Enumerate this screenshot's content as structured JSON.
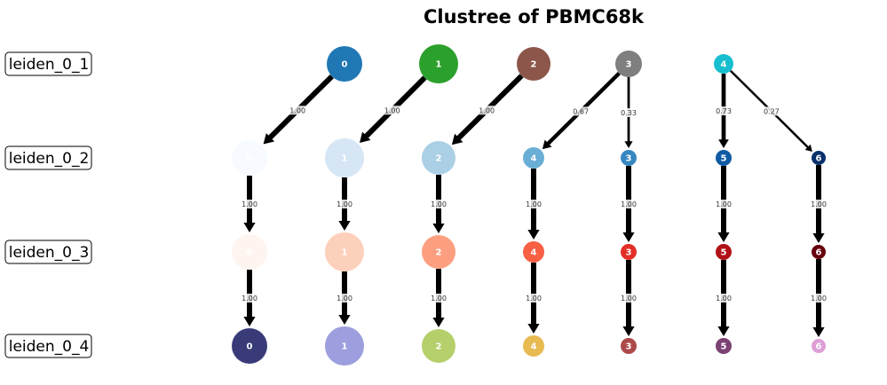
{
  "title": "Clustree of PBMC68k",
  "levels": [
    {
      "label": "leiden_0_1",
      "nodes": [
        {
          "id": "0",
          "label": "0",
          "color": "#1f77b4",
          "size": 1.0
        },
        {
          "id": "1",
          "label": "1",
          "color": "#2ca02c",
          "size": 1.1
        },
        {
          "id": "2",
          "label": "2",
          "color": "#8c564b",
          "size": 0.95
        },
        {
          "id": "3",
          "label": "3",
          "color": "#7f7f7f",
          "size": 0.75
        },
        {
          "id": "4",
          "label": "4",
          "color": "#17becf",
          "size": 0.55
        }
      ]
    },
    {
      "label": "leiden_0_2",
      "nodes": [
        {
          "id": "0",
          "label": "0",
          "color": "#f7fbff",
          "size": 1.0
        },
        {
          "id": "1",
          "label": "1",
          "color": "#d6e6f4",
          "size": 1.1
        },
        {
          "id": "2",
          "label": "2",
          "color": "#abcfe5",
          "size": 0.95
        },
        {
          "id": "4",
          "label": "4",
          "color": "#6aaed6",
          "size": 0.6
        },
        {
          "id": "3",
          "label": "3",
          "color": "#3787c0",
          "size": 0.45
        },
        {
          "id": "5",
          "label": "5",
          "color": "#105ba4",
          "size": 0.45
        },
        {
          "id": "6",
          "label": "6",
          "color": "#08306b",
          "size": 0.4
        }
      ]
    },
    {
      "label": "leiden_0_3",
      "nodes": [
        {
          "id": "0",
          "label": "0",
          "color": "#fff5f0",
          "size": 1.0
        },
        {
          "id": "1",
          "label": "1",
          "color": "#fdd0bc",
          "size": 1.1
        },
        {
          "id": "2",
          "label": "2",
          "color": "#fc9f81",
          "size": 0.95
        },
        {
          "id": "4",
          "label": "4",
          "color": "#f86044",
          "size": 0.6
        },
        {
          "id": "3",
          "label": "3",
          "color": "#e32f27",
          "size": 0.45
        },
        {
          "id": "5",
          "label": "5",
          "color": "#b11218",
          "size": 0.45
        },
        {
          "id": "6",
          "label": "6",
          "color": "#67000d",
          "size": 0.4
        }
      ]
    },
    {
      "label": "leiden_0_4",
      "nodes": [
        {
          "id": "0",
          "label": "0",
          "color": "#393b79",
          "size": 1.0
        },
        {
          "id": "1",
          "label": "1",
          "color": "#9c9ede",
          "size": 1.1
        },
        {
          "id": "2",
          "label": "2",
          "color": "#b5cf6b",
          "size": 0.95
        },
        {
          "id": "4",
          "label": "4",
          "color": "#e7ba52",
          "size": 0.6
        },
        {
          "id": "3",
          "label": "3",
          "color": "#ad494a",
          "size": 0.45
        },
        {
          "id": "5",
          "label": "5",
          "color": "#7b4173",
          "size": 0.45
        },
        {
          "id": "6",
          "label": "6",
          "color": "#de9ed6",
          "size": 0.4
        }
      ]
    }
  ],
  "edges": [
    {
      "from": [
        0,
        0
      ],
      "to": [
        1,
        0
      ],
      "label": "1.00",
      "weight": 1.0
    },
    {
      "from": [
        0,
        1
      ],
      "to": [
        1,
        1
      ],
      "label": "1.00",
      "weight": 1.0
    },
    {
      "from": [
        0,
        2
      ],
      "to": [
        1,
        2
      ],
      "label": "1.00",
      "weight": 1.0
    },
    {
      "from": [
        0,
        3
      ],
      "to": [
        1,
        3
      ],
      "label": "0.67",
      "weight": 0.67
    },
    {
      "from": [
        0,
        3
      ],
      "to": [
        1,
        4
      ],
      "label": "0.33",
      "weight": 0.33
    },
    {
      "from": [
        0,
        4
      ],
      "to": [
        1,
        5
      ],
      "label": "0.73",
      "weight": 0.73
    },
    {
      "from": [
        0,
        4
      ],
      "to": [
        1,
        6
      ],
      "label": "0.27",
      "weight": 0.27
    },
    {
      "from": [
        1,
        0
      ],
      "to": [
        2,
        0
      ],
      "label": "1.00",
      "weight": 1.0
    },
    {
      "from": [
        1,
        1
      ],
      "to": [
        2,
        1
      ],
      "label": "1.00",
      "weight": 1.0
    },
    {
      "from": [
        1,
        2
      ],
      "to": [
        2,
        2
      ],
      "label": "1.00",
      "weight": 1.0
    },
    {
      "from": [
        1,
        3
      ],
      "to": [
        2,
        3
      ],
      "label": "1.00",
      "weight": 1.0
    },
    {
      "from": [
        1,
        4
      ],
      "to": [
        2,
        4
      ],
      "label": "1.00",
      "weight": 1.0
    },
    {
      "from": [
        1,
        5
      ],
      "to": [
        2,
        5
      ],
      "label": "1.00",
      "weight": 1.0
    },
    {
      "from": [
        1,
        6
      ],
      "to": [
        2,
        6
      ],
      "label": "1.00",
      "weight": 1.0
    },
    {
      "from": [
        2,
        0
      ],
      "to": [
        3,
        0
      ],
      "label": "1.00",
      "weight": 1.0
    },
    {
      "from": [
        2,
        1
      ],
      "to": [
        3,
        1
      ],
      "label": "1.00",
      "weight": 1.0
    },
    {
      "from": [
        2,
        2
      ],
      "to": [
        3,
        2
      ],
      "label": "1.00",
      "weight": 1.0
    },
    {
      "from": [
        2,
        3
      ],
      "to": [
        3,
        3
      ],
      "label": "1.00",
      "weight": 1.0
    },
    {
      "from": [
        2,
        4
      ],
      "to": [
        3,
        4
      ],
      "label": "1.00",
      "weight": 1.0
    },
    {
      "from": [
        2,
        5
      ],
      "to": [
        3,
        5
      ],
      "label": "1.00",
      "weight": 1.0
    },
    {
      "from": [
        2,
        6
      ],
      "to": [
        3,
        6
      ],
      "label": "1.00",
      "weight": 1.0
    }
  ]
}
